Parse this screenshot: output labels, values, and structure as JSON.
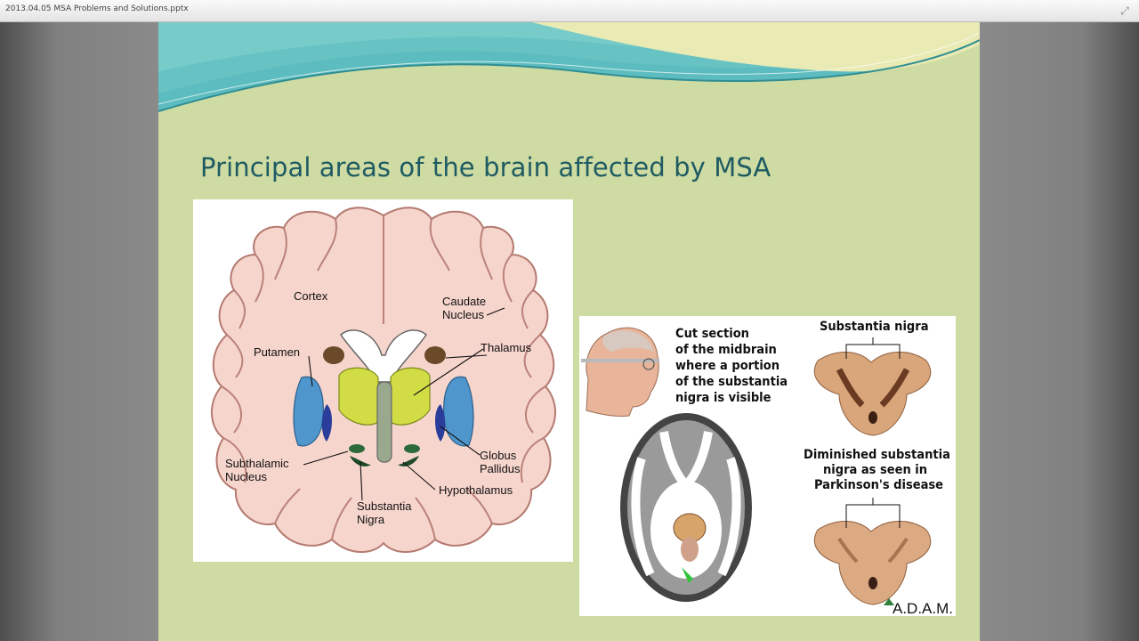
{
  "window": {
    "title": "2013.04.05 MSA Problems and Solutions.pptx"
  },
  "slide": {
    "title": "Principal areas of the brain affected by MSA",
    "background_color": "#cedba2",
    "title_color": "#1f5b63",
    "accent_colors": [
      "#5bbbbf",
      "#3aa0a5",
      "#e9eab4"
    ]
  },
  "figure_left": {
    "labels": {
      "cortex": "Cortex",
      "caudate_1": "Caudate",
      "caudate_2": "Nucleus",
      "putamen": "Putamen",
      "thalamus": "Thalamus",
      "globus_1": "Globus",
      "globus_2": "Pallidus",
      "subthalamic_1": "Subthalamic",
      "subthalamic_2": "Nucleus",
      "hypothalamus": "Hypothalamus",
      "substantia_1": "Substantia",
      "substantia_2": "Nigra"
    }
  },
  "figure_right": {
    "caption_lines": [
      "Cut section",
      "of the midbrain",
      "where a portion",
      "of the substantia",
      "nigra is visible"
    ],
    "top_label": "Substantia nigra",
    "bottom_label_lines": [
      "Diminished substantia",
      "nigra as seen in",
      "Parkinson's disease"
    ],
    "logo": "A.D.A.M."
  },
  "icons": {
    "fullscreen": "fullscreen-icon"
  }
}
